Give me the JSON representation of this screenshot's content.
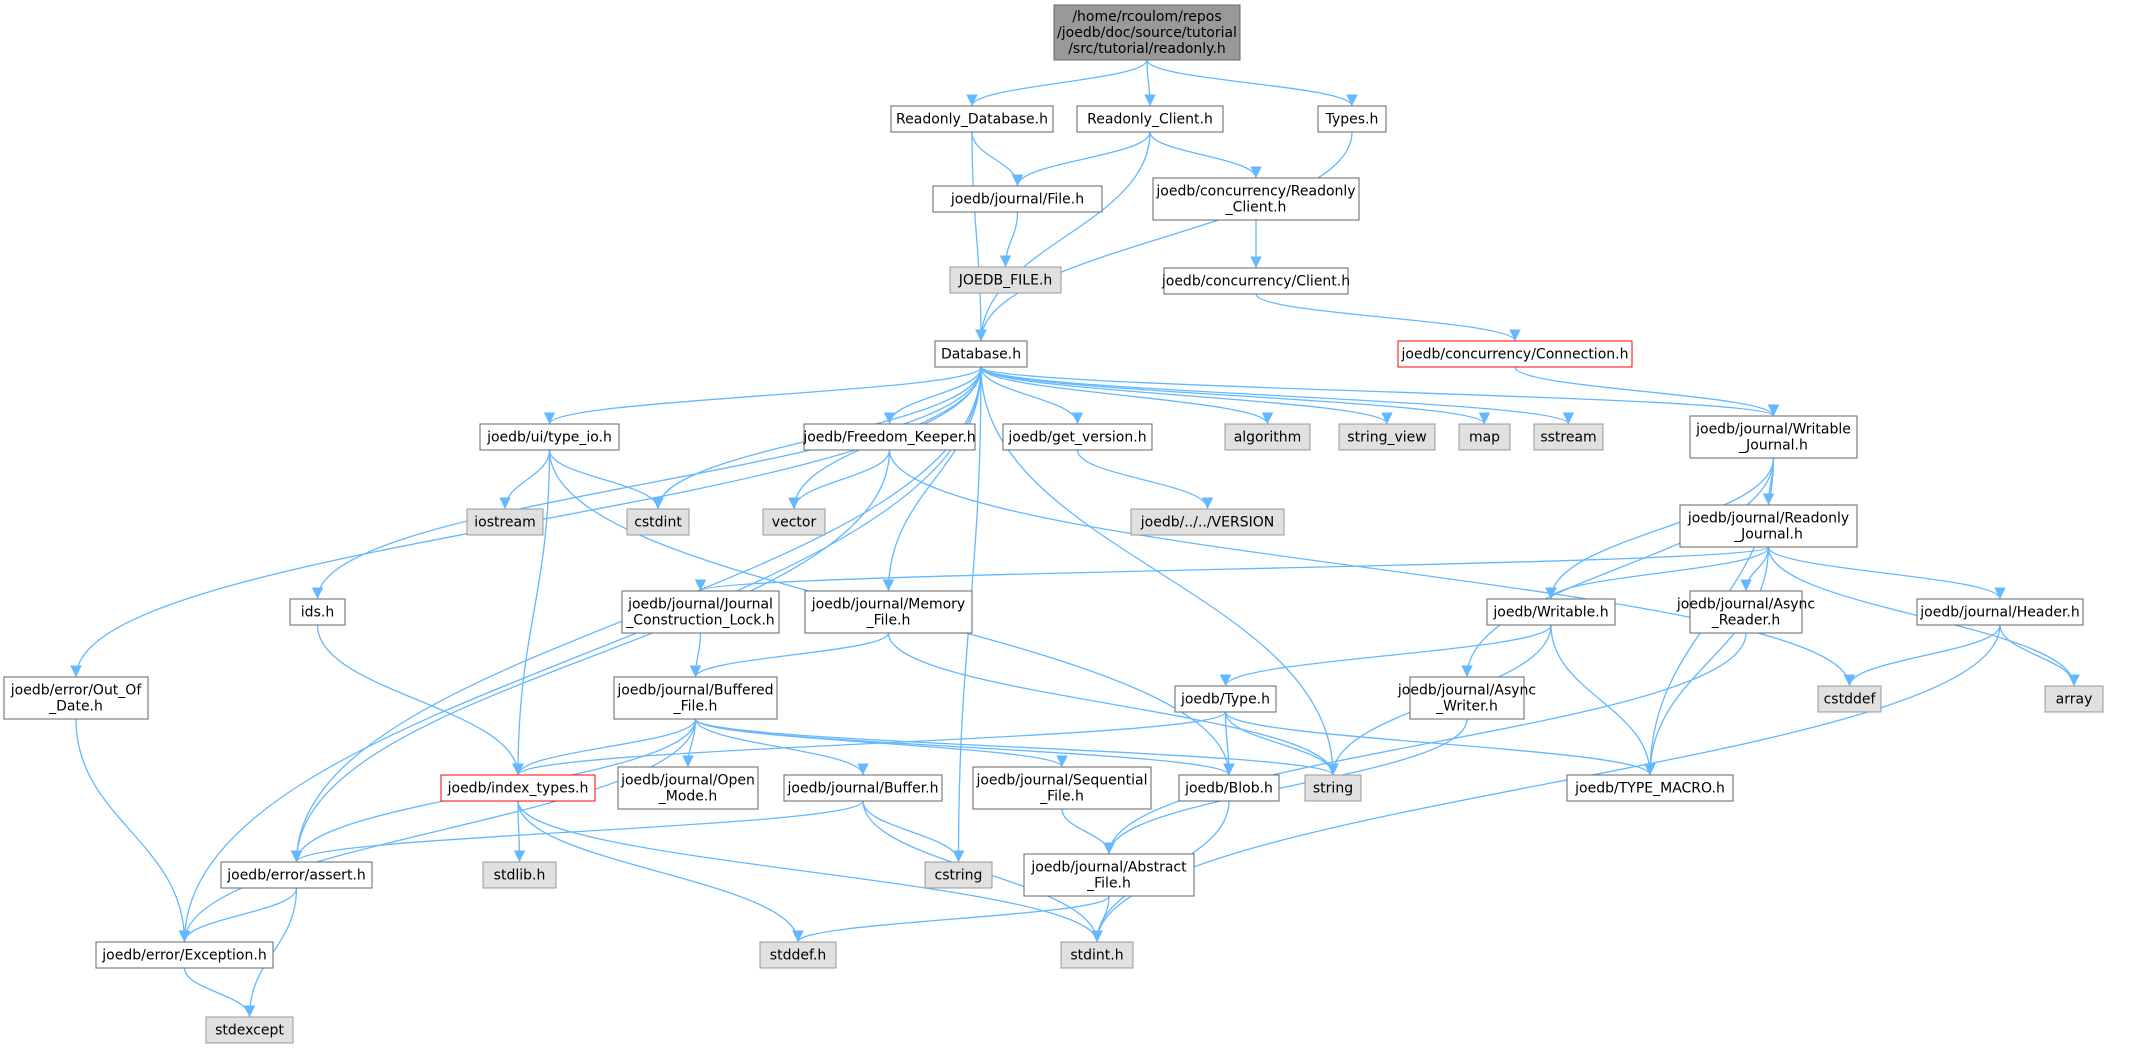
{
  "diagram": {
    "title": "",
    "colors": {
      "edge": "#63b8ff",
      "root_fill": "#999999",
      "system_fill": "#e0e0e0",
      "normal_fill": "#ffffff",
      "truncated_border": "#ff0000"
    },
    "nodes": [
      {
        "id": "root",
        "kind": "root",
        "lines": [
          "/home/rcoulom/repos",
          "/joedb/doc/source/tutorial",
          "/src/tutorial/readonly.h"
        ]
      },
      {
        "id": "readonly_database",
        "kind": "normal",
        "lines": [
          "Readonly_Database.h"
        ]
      },
      {
        "id": "readonly_client",
        "kind": "normal",
        "lines": [
          "Readonly_Client.h"
        ]
      },
      {
        "id": "types",
        "kind": "normal",
        "lines": [
          "Types.h"
        ]
      },
      {
        "id": "journal_file",
        "kind": "normal",
        "lines": [
          "joedb/journal/File.h"
        ]
      },
      {
        "id": "conc_readonly_client",
        "kind": "normal",
        "lines": [
          "joedb/concurrency/Readonly",
          "_Client.h"
        ]
      },
      {
        "id": "joedb_file",
        "kind": "system",
        "lines": [
          "JOEDB_FILE.h"
        ]
      },
      {
        "id": "conc_client",
        "kind": "normal",
        "lines": [
          "joedb/concurrency/Client.h"
        ]
      },
      {
        "id": "conc_connection",
        "kind": "truncated",
        "lines": [
          "joedb/concurrency/Connection.h"
        ]
      },
      {
        "id": "database",
        "kind": "normal",
        "lines": [
          "Database.h"
        ]
      },
      {
        "id": "type_io",
        "kind": "normal",
        "lines": [
          "joedb/ui/type_io.h"
        ]
      },
      {
        "id": "freedom_keeper",
        "kind": "normal",
        "lines": [
          "joedb/Freedom_Keeper.h"
        ]
      },
      {
        "id": "get_version",
        "kind": "normal",
        "lines": [
          "joedb/get_version.h"
        ]
      },
      {
        "id": "algorithm",
        "kind": "system",
        "lines": [
          "algorithm"
        ]
      },
      {
        "id": "string_view",
        "kind": "system",
        "lines": [
          "string_view"
        ]
      },
      {
        "id": "map",
        "kind": "system",
        "lines": [
          "map"
        ]
      },
      {
        "id": "sstream",
        "kind": "system",
        "lines": [
          "sstream"
        ]
      },
      {
        "id": "writable_journal",
        "kind": "normal",
        "lines": [
          "joedb/journal/Writable",
          "_Journal.h"
        ]
      },
      {
        "id": "iostream",
        "kind": "system",
        "lines": [
          "iostream"
        ]
      },
      {
        "id": "cstdint",
        "kind": "system",
        "lines": [
          "cstdint"
        ]
      },
      {
        "id": "vector",
        "kind": "system",
        "lines": [
          "vector"
        ]
      },
      {
        "id": "version",
        "kind": "system",
        "lines": [
          "joedb/../../VERSION"
        ]
      },
      {
        "id": "readonly_journal",
        "kind": "normal",
        "lines": [
          "joedb/journal/Readonly",
          "_Journal.h"
        ]
      },
      {
        "id": "ids",
        "kind": "normal",
        "lines": [
          "ids.h"
        ]
      },
      {
        "id": "construction_lock",
        "kind": "normal",
        "lines": [
          "joedb/journal/Journal",
          "_Construction_Lock.h"
        ]
      },
      {
        "id": "memory_file",
        "kind": "normal",
        "lines": [
          "joedb/journal/Memory",
          "_File.h"
        ]
      },
      {
        "id": "writable",
        "kind": "normal",
        "lines": [
          "joedb/Writable.h"
        ]
      },
      {
        "id": "async_reader",
        "kind": "normal",
        "lines": [
          "joedb/journal/Async",
          "_Reader.h"
        ]
      },
      {
        "id": "header",
        "kind": "normal",
        "lines": [
          "joedb/journal/Header.h"
        ]
      },
      {
        "id": "out_of_date",
        "kind": "normal",
        "lines": [
          "joedb/error/Out_Of",
          "_Date.h"
        ]
      },
      {
        "id": "buffered_file",
        "kind": "normal",
        "lines": [
          "joedb/journal/Buffered",
          "_File.h"
        ]
      },
      {
        "id": "type",
        "kind": "normal",
        "lines": [
          "joedb/Type.h"
        ]
      },
      {
        "id": "async_writer",
        "kind": "normal",
        "lines": [
          "joedb/journal/Async",
          "_Writer.h"
        ]
      },
      {
        "id": "cstddef",
        "kind": "system",
        "lines": [
          "cstddef"
        ]
      },
      {
        "id": "array",
        "kind": "system",
        "lines": [
          "array"
        ]
      },
      {
        "id": "index_types",
        "kind": "truncated",
        "lines": [
          "joedb/index_types.h"
        ]
      },
      {
        "id": "open_mode",
        "kind": "normal",
        "lines": [
          "joedb/journal/Open",
          "_Mode.h"
        ]
      },
      {
        "id": "buffer",
        "kind": "normal",
        "lines": [
          "joedb/journal/Buffer.h"
        ]
      },
      {
        "id": "sequential_file",
        "kind": "normal",
        "lines": [
          "joedb/journal/Sequential",
          "_File.h"
        ]
      },
      {
        "id": "blob",
        "kind": "normal",
        "lines": [
          "joedb/Blob.h"
        ]
      },
      {
        "id": "string",
        "kind": "system",
        "lines": [
          "string"
        ]
      },
      {
        "id": "type_macro",
        "kind": "normal",
        "lines": [
          "joedb/TYPE_MACRO.h"
        ]
      },
      {
        "id": "error_assert",
        "kind": "normal",
        "lines": [
          "joedb/error/assert.h"
        ]
      },
      {
        "id": "stdlib",
        "kind": "system",
        "lines": [
          "stdlib.h"
        ]
      },
      {
        "id": "cstring",
        "kind": "system",
        "lines": [
          "cstring"
        ]
      },
      {
        "id": "abstract_file",
        "kind": "normal",
        "lines": [
          "joedb/journal/Abstract",
          "_File.h"
        ]
      },
      {
        "id": "exception",
        "kind": "normal",
        "lines": [
          "joedb/error/Exception.h"
        ]
      },
      {
        "id": "stddef",
        "kind": "system",
        "lines": [
          "stddef.h"
        ]
      },
      {
        "id": "stdint",
        "kind": "system",
        "lines": [
          "stdint.h"
        ]
      },
      {
        "id": "stdexcept",
        "kind": "system",
        "lines": [
          "stdexcept"
        ]
      }
    ],
    "edges": [
      [
        "root",
        "readonly_database"
      ],
      [
        "root",
        "readonly_client"
      ],
      [
        "root",
        "types"
      ],
      [
        "readonly_database",
        "journal_file"
      ],
      [
        "readonly_database",
        "database"
      ],
      [
        "readonly_client",
        "journal_file"
      ],
      [
        "readonly_client",
        "conc_readonly_client"
      ],
      [
        "readonly_client",
        "database"
      ],
      [
        "types",
        "database"
      ],
      [
        "journal_file",
        "joedb_file"
      ],
      [
        "conc_readonly_client",
        "conc_client"
      ],
      [
        "conc_client",
        "conc_connection"
      ],
      [
        "conc_connection",
        "writable_journal"
      ],
      [
        "database",
        "type_io"
      ],
      [
        "database",
        "freedom_keeper"
      ],
      [
        "database",
        "get_version"
      ],
      [
        "database",
        "algorithm"
      ],
      [
        "database",
        "string_view"
      ],
      [
        "database",
        "map"
      ],
      [
        "database",
        "sstream"
      ],
      [
        "database",
        "writable_journal"
      ],
      [
        "database",
        "cstdint"
      ],
      [
        "database",
        "vector"
      ],
      [
        "database",
        "memory_file"
      ],
      [
        "database",
        "ids"
      ],
      [
        "database",
        "out_of_date"
      ],
      [
        "database",
        "error_assert"
      ],
      [
        "database",
        "exception"
      ],
      [
        "database",
        "string"
      ],
      [
        "database",
        "cstring"
      ],
      [
        "type_io",
        "iostream"
      ],
      [
        "type_io",
        "cstdint"
      ],
      [
        "type_io",
        "index_types"
      ],
      [
        "type_io",
        "blob"
      ],
      [
        "freedom_keeper",
        "vector"
      ],
      [
        "freedom_keeper",
        "error_assert"
      ],
      [
        "freedom_keeper",
        "cstddef"
      ],
      [
        "get_version",
        "version"
      ],
      [
        "writable_journal",
        "readonly_journal"
      ],
      [
        "writable_journal",
        "writable"
      ],
      [
        "writable_journal",
        "async_writer"
      ],
      [
        "writable_journal",
        "type_macro"
      ],
      [
        "readonly_journal",
        "construction_lock"
      ],
      [
        "readonly_journal",
        "writable"
      ],
      [
        "readonly_journal",
        "async_reader"
      ],
      [
        "readonly_journal",
        "header"
      ],
      [
        "readonly_journal",
        "type_macro"
      ],
      [
        "readonly_journal",
        "array"
      ],
      [
        "ids",
        "index_types"
      ],
      [
        "construction_lock",
        "buffered_file"
      ],
      [
        "memory_file",
        "buffered_file"
      ],
      [
        "memory_file",
        "string"
      ],
      [
        "writable",
        "type"
      ],
      [
        "writable",
        "string"
      ],
      [
        "writable",
        "type_macro"
      ],
      [
        "async_reader",
        "abstract_file"
      ],
      [
        "header",
        "cstddef"
      ],
      [
        "header",
        "array"
      ],
      [
        "header",
        "stdint"
      ],
      [
        "out_of_date",
        "exception"
      ],
      [
        "buffered_file",
        "index_types"
      ],
      [
        "buffered_file",
        "open_mode"
      ],
      [
        "buffered_file",
        "buffer"
      ],
      [
        "buffered_file",
        "sequential_file"
      ],
      [
        "buffered_file",
        "blob"
      ],
      [
        "buffered_file",
        "string"
      ],
      [
        "buffered_file",
        "error_assert"
      ],
      [
        "buffered_file",
        "exception"
      ],
      [
        "type",
        "index_types"
      ],
      [
        "type",
        "blob"
      ],
      [
        "type",
        "string"
      ],
      [
        "type",
        "type_macro"
      ],
      [
        "async_writer",
        "abstract_file"
      ],
      [
        "index_types",
        "stdlib"
      ],
      [
        "index_types",
        "stddef"
      ],
      [
        "index_types",
        "stdint"
      ],
      [
        "buffer",
        "error_assert"
      ],
      [
        "buffer",
        "cstring"
      ],
      [
        "buffer",
        "stdint"
      ],
      [
        "sequential_file",
        "abstract_file"
      ],
      [
        "blob",
        "stdint"
      ],
      [
        "error_assert",
        "exception"
      ],
      [
        "error_assert",
        "stdexcept"
      ],
      [
        "abstract_file",
        "stddef"
      ],
      [
        "abstract_file",
        "stdint"
      ],
      [
        "exception",
        "stdexcept"
      ]
    ]
  }
}
